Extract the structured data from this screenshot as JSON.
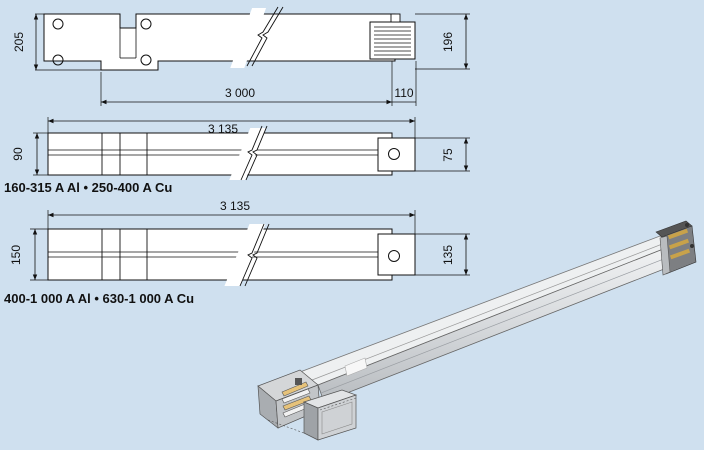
{
  "diagram": {
    "top_view": {
      "height_left": "205",
      "height_right": "196",
      "length": "3 000",
      "end_length": "110"
    },
    "variant_small": {
      "length": "3 135",
      "height_left": "90",
      "height_right": "75",
      "caption": "160-315 A Al • 250-400 A Cu"
    },
    "variant_large": {
      "length": "3 135",
      "height_left": "150",
      "height_right": "135",
      "caption": "400-1 000 A Al • 630-1 000 A Cu"
    }
  },
  "colors": {
    "background": "#cfe0ef",
    "line": "#111111",
    "body_fill": "#ffffff",
    "bar_body": "#dfe1e3"
  }
}
